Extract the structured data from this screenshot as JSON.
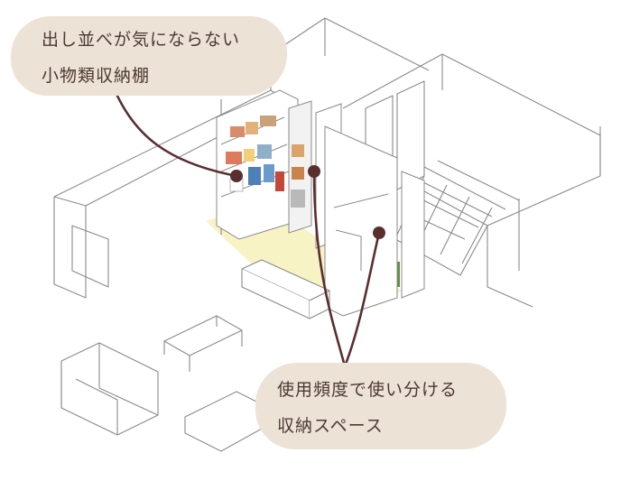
{
  "callouts": {
    "top": {
      "line1": "出し並べが気にならない",
      "line2": "小物類収納棚"
    },
    "bottom": {
      "line1": "使用頻度で使い分ける",
      "line2": "収納スペース"
    }
  },
  "colors": {
    "callout_bg": "#ede2d6",
    "leader_line": "#5b2e2e",
    "text": "#4a3a34",
    "floor_light": "#f6efb2",
    "sketch_line": "#8a8a8a"
  }
}
